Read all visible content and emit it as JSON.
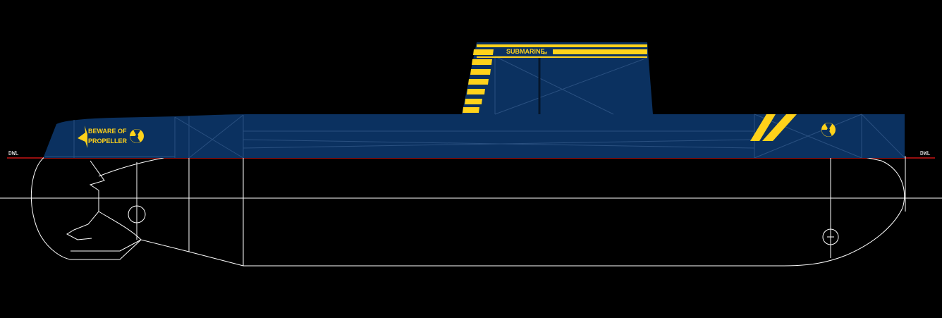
{
  "drawing": {
    "waterline_label_left": "DWL",
    "waterline_label_right": "DWL",
    "colors": {
      "background": "#000000",
      "hull": "#0b3160",
      "stripe": "#ffd21a",
      "outline": "#ffffff",
      "waterline": "#c81414",
      "panel_line": "#2a5080"
    }
  },
  "sail": {
    "marking_text": "SUBMARINE",
    "marking_small": "ltd"
  },
  "bow": {
    "warning_line1": "BEWARE OF",
    "warning_line2": "PROPELLER",
    "radiation_icon": "radiation-icon",
    "arrow_icon": "arrow-icon"
  },
  "stern": {
    "radiation_icon": "radiation-icon"
  }
}
